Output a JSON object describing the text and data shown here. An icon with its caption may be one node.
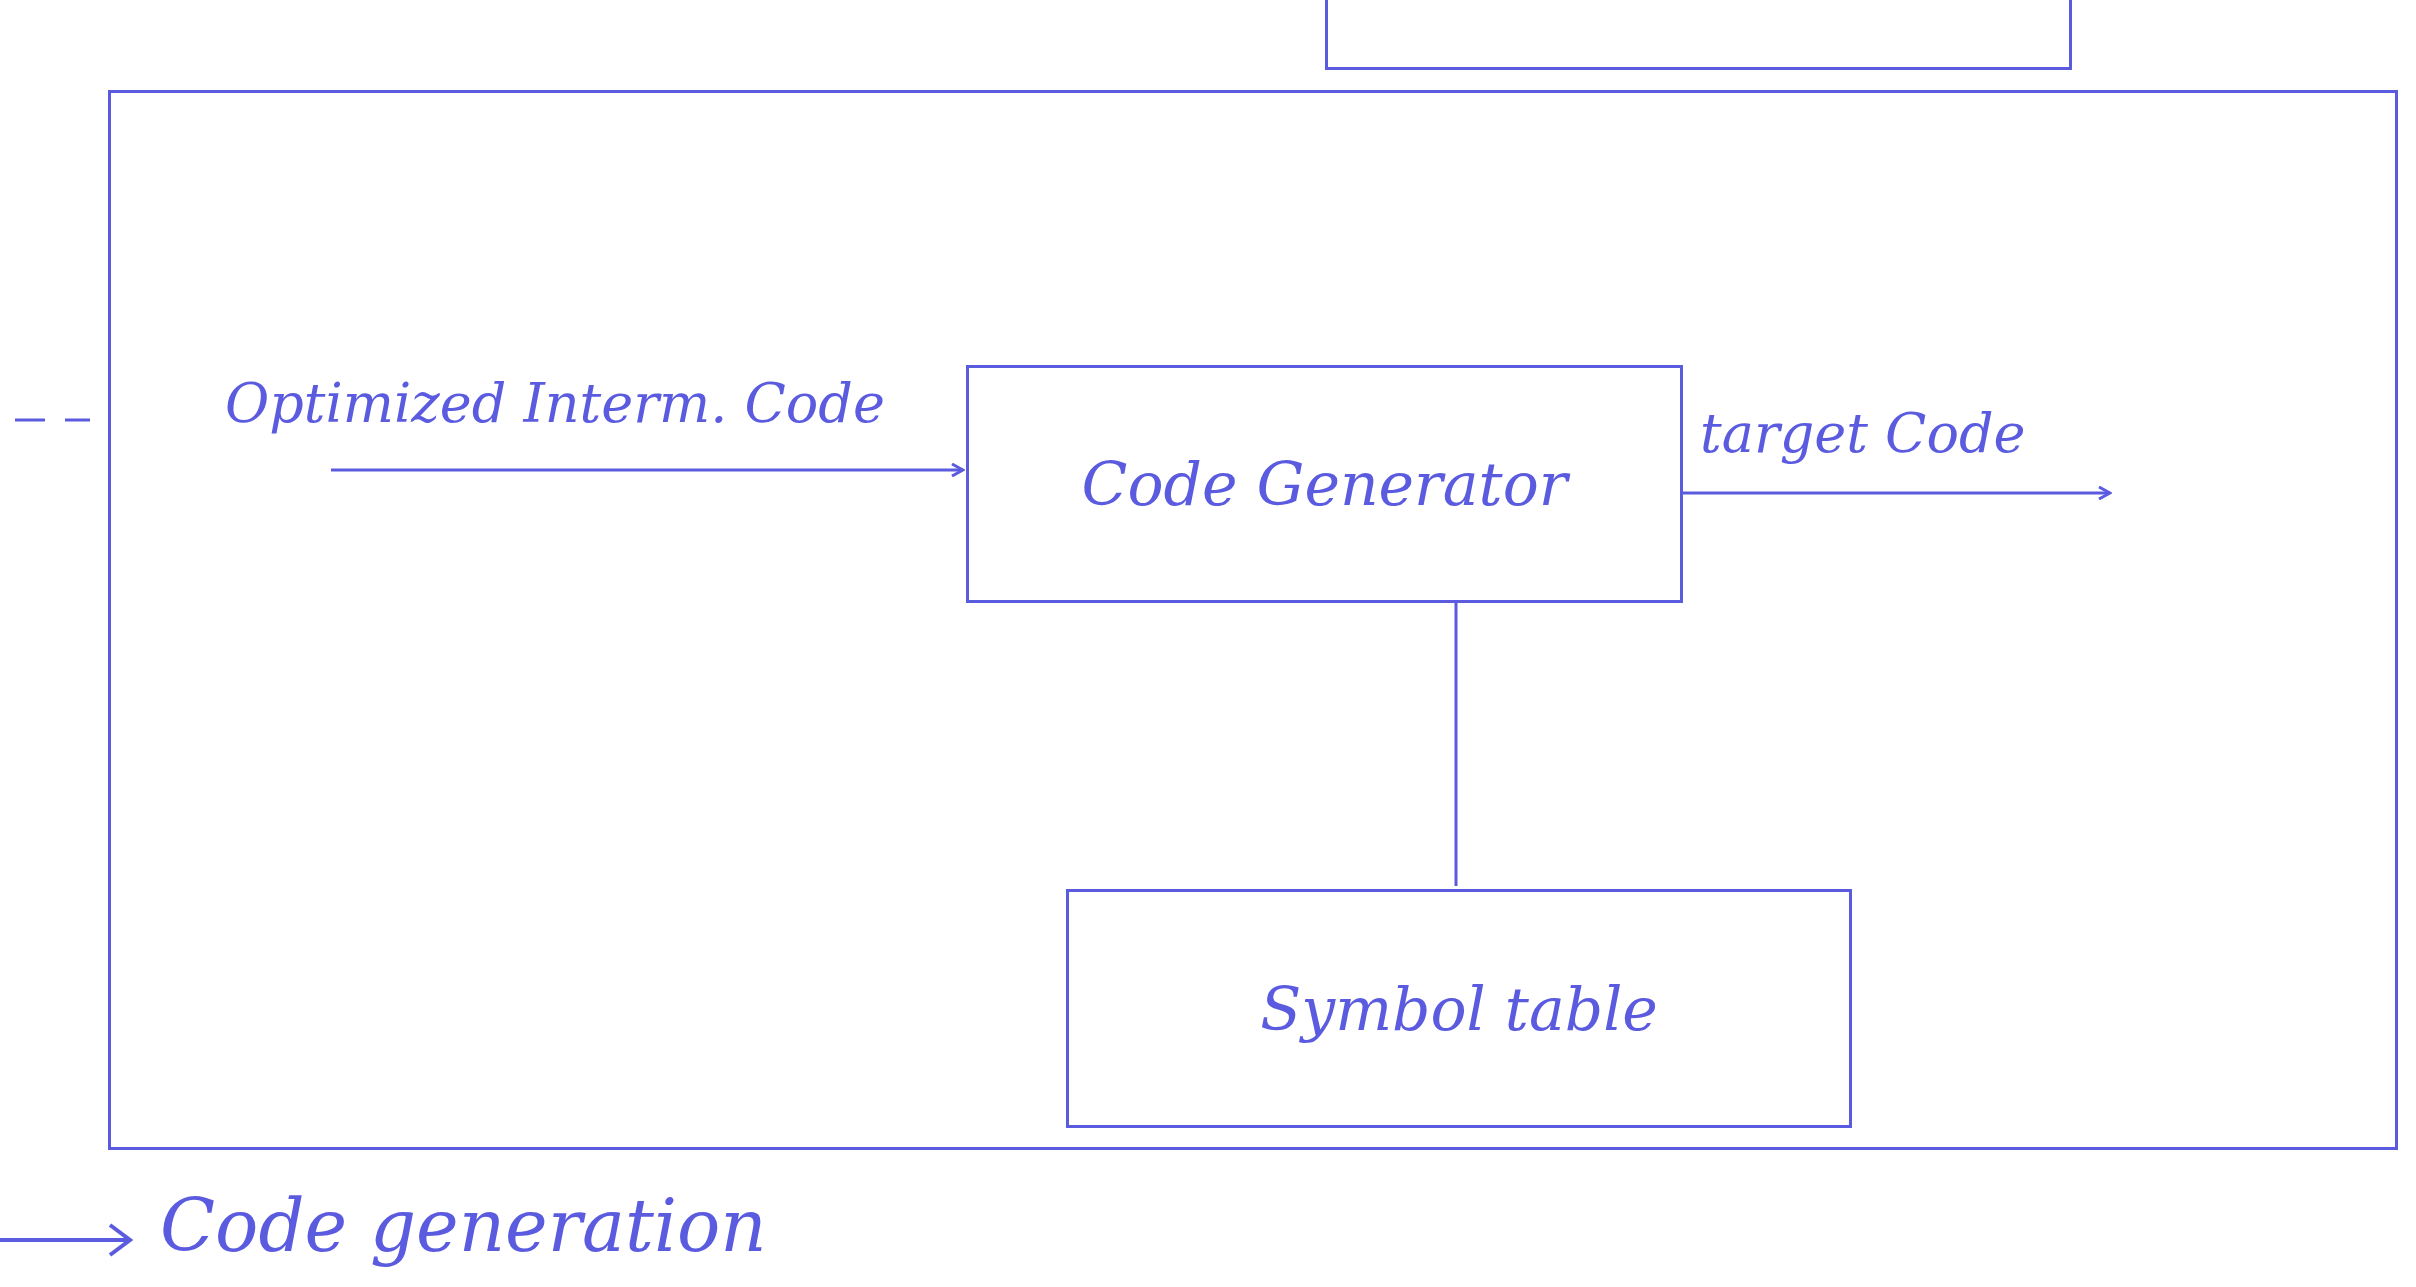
{
  "diagram": {
    "nodes": [
      {
        "text": [],
        "shape": "box"
      },
      {
        "text": [
          "Code Generator"
        ],
        "in": 0
      },
      {
        "text": [
          "Symbol table"
        ],
        "in": 0
      },
      {
        "text": [],
        "shape": "box"
      }
    ],
    "edges": [
      {
        "from": null,
        "to": 1,
        "arrow": "to",
        "label": "Optimized Interm. Code"
      },
      {
        "from": 1,
        "to": null,
        "arrow": "to",
        "label": "target Code"
      },
      {
        "from": 1,
        "to": 2,
        "arrow": "none"
      }
    ],
    "labels": [
      "Code generation"
    ]
  }
}
